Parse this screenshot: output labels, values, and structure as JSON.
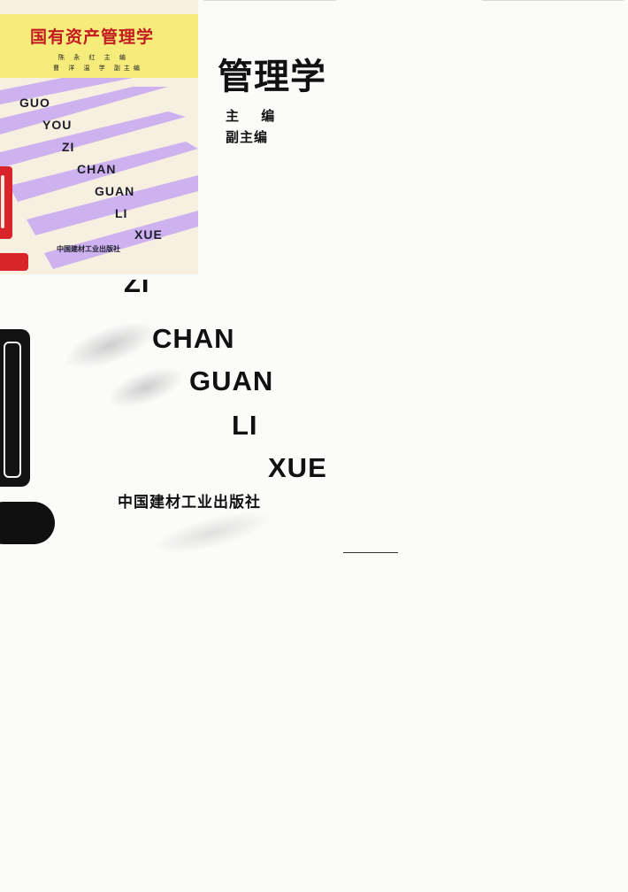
{
  "cover": {
    "title": "国有资产管理学",
    "author_line1": "陈 永 红 主 编",
    "author_line2": "曹 洋 温 学 副主编",
    "latin_words": [
      "GUO",
      "YOU",
      "ZI",
      "CHAN",
      "GUAN",
      "LI",
      "XUE"
    ],
    "publisher": "中国建材工业出版社",
    "colors": {
      "title": "#c21b1f",
      "band": "#f6ec7c",
      "stripes": "#c6a7f2",
      "tab": "#d8242a"
    }
  },
  "title_page": {
    "title_partial": "管理学",
    "editor_label": "主 编",
    "deputy_editor_label": "副主编",
    "latin_words": [
      "ZI",
      "CHAN",
      "GUAN",
      "LI",
      "XUE"
    ],
    "publisher": "中国建材工业出版社"
  }
}
